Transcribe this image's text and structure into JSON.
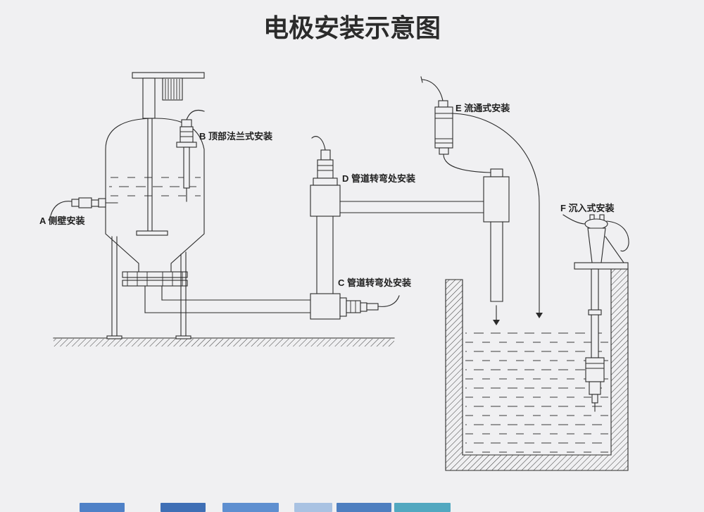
{
  "title": "电极安装示意图",
  "diagram": {
    "labels": {
      "a": "A 侧壁安装",
      "b": "B 顶部法兰式安装",
      "c": "C 管道转弯处安装",
      "d": "D 管道转弯处安装",
      "e": "E 流通式安装",
      "f": "F 沉入式安装"
    },
    "colors": {
      "line": "#2b2b2b",
      "background": "#f0f0f2"
    }
  },
  "footer": {
    "thumbnails": [
      {
        "name": "thumbnail-1",
        "color": "#4f81c7"
      },
      {
        "name": "thumbnail-2",
        "color": "#3f6fb5"
      },
      {
        "name": "thumbnail-3",
        "color": "#5e8fd0"
      },
      {
        "name": "thumbnail-4",
        "color": "#a9c2e2"
      },
      {
        "name": "thumbnail-5",
        "color": "#4e7fc0"
      },
      {
        "name": "thumbnail-6",
        "color": "#52a8c0"
      }
    ]
  }
}
